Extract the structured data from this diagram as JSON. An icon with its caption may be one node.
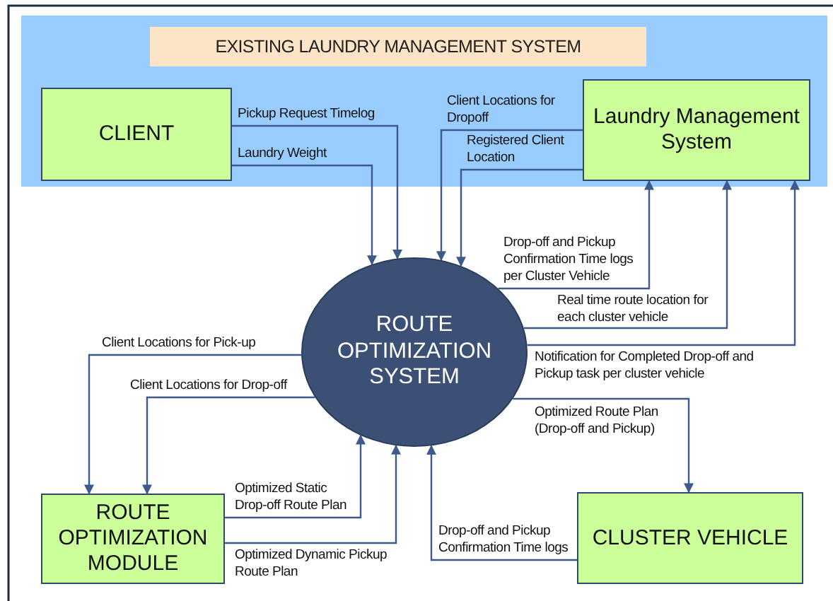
{
  "diagram": {
    "nodes": [
      {
        "text": [],
        "shape": "box"
      },
      {
        "text": [
          "EXISTING LAUNDRY MANAGEMENT SYSTEM"
        ],
        "in": 0
      },
      {
        "text": [
          "CLIENT"
        ],
        "in": 0
      },
      {
        "text": [
          "Laundry Management System"
        ],
        "in": 0
      },
      {
        "text": [
          "ROUTE OPTIMIZATION SYSTEM"
        ]
      },
      {
        "text": [
          "ROUTE OPTIMIZATION MODULE"
        ]
      },
      {
        "text": [
          "CLUSTER VEHICLE"
        ]
      }
    ],
    "edges": [
      {
        "from": 2,
        "to": 4,
        "arrow": "to",
        "label": "Pickup Request Timelog"
      },
      {
        "from": 2,
        "to": 4,
        "arrow": "to",
        "label": "Laundry Weight"
      },
      {
        "from": 3,
        "to": 4,
        "arrow": "to",
        "label": "Client Locations for Dropoff"
      },
      {
        "from": 3,
        "to": 4,
        "arrow": "to",
        "label": "Registered Client Location"
      },
      {
        "from": 4,
        "to": 3,
        "arrow": "to",
        "label": "Drop-off and Pickup Confirmation Time logs per Cluster Vehicle"
      },
      {
        "from": 4,
        "to": 3,
        "arrow": "to",
        "label": "Real time route location for each cluster vehicle"
      },
      {
        "from": 4,
        "to": 3,
        "arrow": "to",
        "label": "Notification for Completed Drop-off and Pickup task per cluster vehicle"
      },
      {
        "from": 4,
        "to": 5,
        "arrow": "to",
        "label": "Client Locations for Pick-up"
      },
      {
        "from": 4,
        "to": 5,
        "arrow": "to",
        "label": "Client Locations for Drop-off"
      },
      {
        "from": 4,
        "to": 6,
        "arrow": "to",
        "label": "Optimized Route Plan (Drop-off and Pickup)"
      },
      {
        "from": 5,
        "to": 4,
        "arrow": "to",
        "label": "Optimized Static Drop-off Route Plan"
      },
      {
        "from": 5,
        "to": 4,
        "arrow": "to",
        "label": "Optimized Dynamic Pickup Route Plan"
      },
      {
        "from": 6,
        "to": 4,
        "arrow": "to",
        "label": "Drop-off and Pickup Confirmation Time logs"
      }
    ]
  }
}
